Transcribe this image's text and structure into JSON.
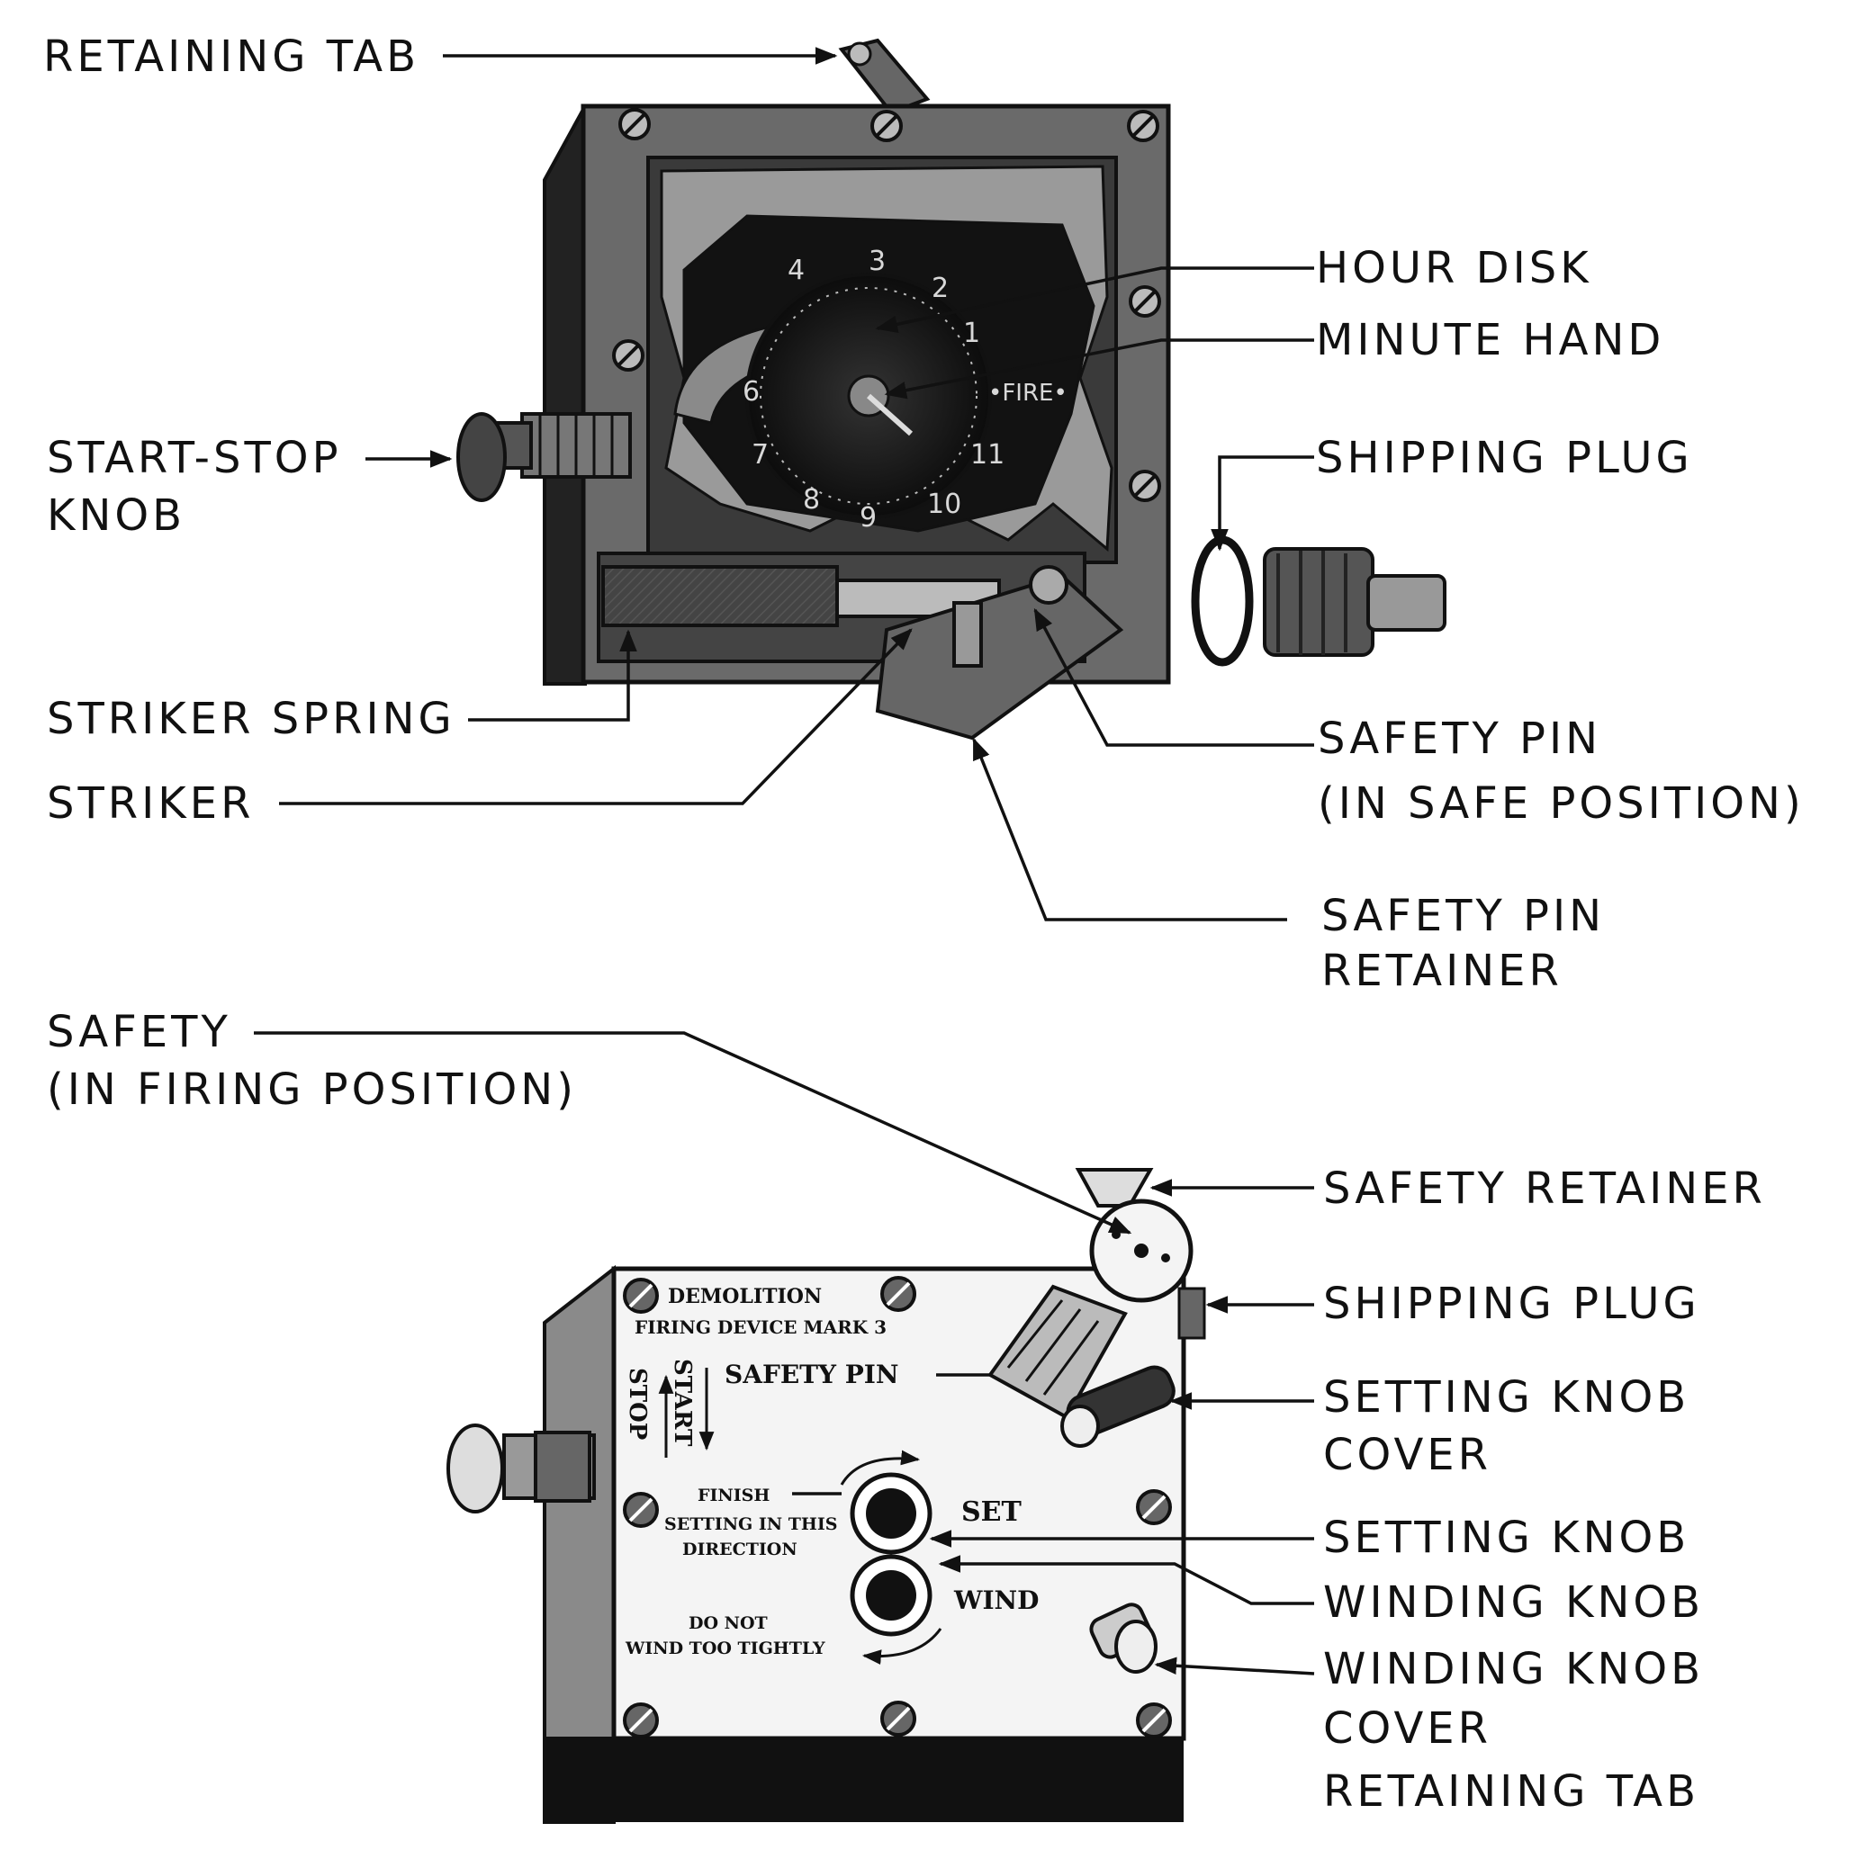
{
  "labels": {
    "retaining_tab": "RETAINING TAB",
    "hour_disk": "HOUR DISK",
    "minute_hand": "MINUTE HAND",
    "start_stop_knob_1": "START-STOP",
    "start_stop_knob_2": "KNOB",
    "shipping_plug_top": "SHIPPING PLUG",
    "striker_spring": "STRIKER SPRING",
    "striker": "STRIKER",
    "safety_pin_1": "SAFETY PIN",
    "safety_pin_2": "(IN SAFE POSITION)",
    "safety_pin_retainer_1": "SAFETY PIN",
    "safety_pin_retainer_2": "RETAINER",
    "safety_1": "SAFETY",
    "safety_2": "(IN FIRING POSITION)",
    "safety_retainer": "SAFETY RETAINER",
    "shipping_plug_bottom": "SHIPPING PLUG",
    "setting_knob_cover_1": "SETTING KNOB",
    "setting_knob_cover_2": "COVER",
    "setting_knob": "SETTING KNOB",
    "winding_knob": "WINDING KNOB",
    "winding_knob_cover_1": "WINDING KNOB",
    "winding_knob_cover_2": "COVER",
    "winding_knob_cover_3": "RETAINING TAB"
  },
  "dial": {
    "numbers": [
      "4",
      "3",
      "2",
      "1",
      "6",
      "7",
      "8",
      "9",
      "10",
      "11"
    ],
    "fire": "•FIRE•"
  },
  "plate": {
    "title_1": "DEMOLITION",
    "title_2": "FIRING DEVICE MARK 3",
    "start": "START",
    "stop": "STOP",
    "safety_pin": "SAFETY PIN",
    "finish_1": "FINISH",
    "finish_2": "SETTING IN THIS",
    "finish_3": "DIRECTION",
    "set": "SET",
    "wind": "WIND",
    "warn_1": "DO NOT",
    "warn_2": "WIND TOO TIGHTLY"
  }
}
